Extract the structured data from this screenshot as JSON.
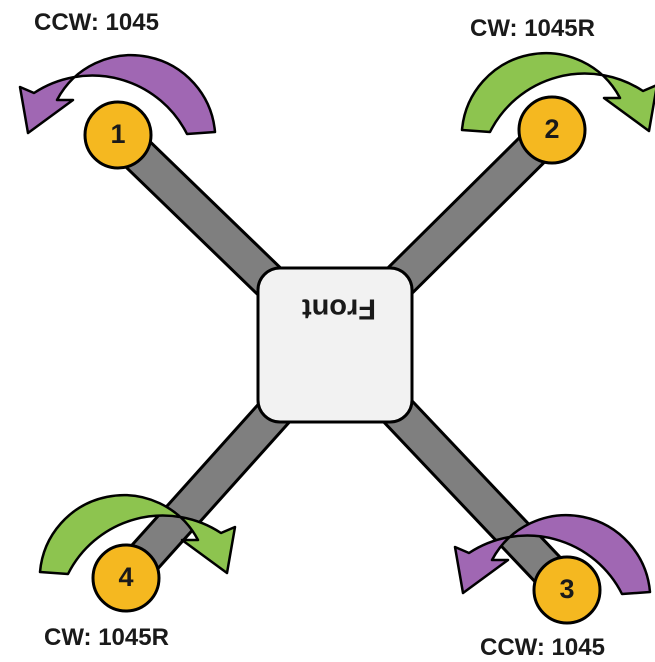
{
  "colors": {
    "arm": "#7f7f7f",
    "outline": "#000000",
    "motor": "#f5b820",
    "body": "#f2f2f2",
    "ccw_arrow": "#a067b3",
    "cw_arrow": "#8dc44f"
  },
  "body": {
    "label": "Front"
  },
  "motors": [
    {
      "number": "1",
      "spin": "CCW",
      "label": "CCW: 1045",
      "arrow": "ccw-arrow-icon"
    },
    {
      "number": "2",
      "spin": "CW",
      "label": "CW: 1045R",
      "arrow": "cw-arrow-icon"
    },
    {
      "number": "3",
      "spin": "CCW",
      "label": "CCW: 1045",
      "arrow": "ccw-arrow-icon"
    },
    {
      "number": "4",
      "spin": "CW",
      "label": "CW: 1045R",
      "arrow": "cw-arrow-icon"
    }
  ]
}
